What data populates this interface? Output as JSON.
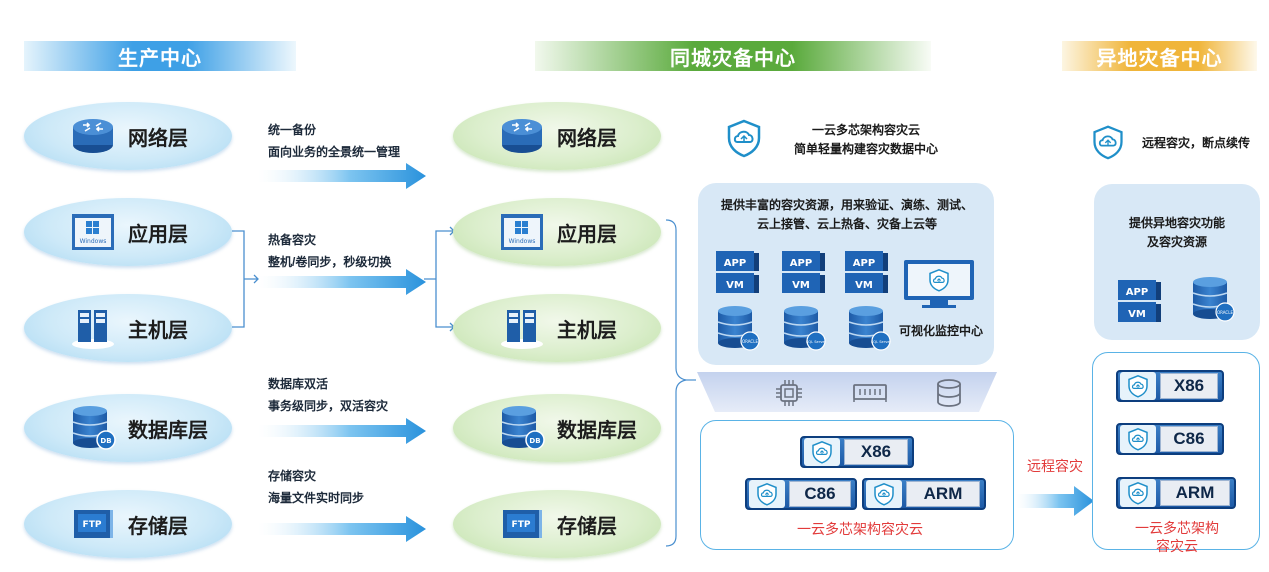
{
  "headers": {
    "production": "生产中心",
    "same_city": "同城灾备中心",
    "remote": "异地灾备中心"
  },
  "layers": [
    {
      "label": "网络层",
      "icon": "network-switch-icon"
    },
    {
      "label": "应用层",
      "icon": "windows-window-icon"
    },
    {
      "label": "主机层",
      "icon": "server-host-icon"
    },
    {
      "label": "数据库层",
      "icon": "database-icon"
    },
    {
      "label": "存储层",
      "icon": "ftp-storage-icon"
    }
  ],
  "icon_texts": {
    "windows": "Windows",
    "db": "DB",
    "ftp": "FTP",
    "app": "APP",
    "vm": "VM",
    "oracle": "ORACLE",
    "sql_server": "SQL Server"
  },
  "flows": [
    {
      "title": "统一备份",
      "desc": "面向业务的全景统一管理"
    },
    {
      "title": "热备容灾",
      "desc": "整机/卷同步，秒级切换"
    },
    {
      "title": "数据库双活",
      "desc": "事务级同步，双活容灾"
    },
    {
      "title": "存储容灾",
      "desc": "海量文件实时同步"
    }
  ],
  "city_center": {
    "slogan_line1": "一云多芯架构容灾云",
    "slogan_line2": "简单轻量构建容灾数据中心",
    "resources_line1": "提供丰富的容灾资源，用来验证、演练、测试、",
    "resources_line2": "云上接管、云上热备、灾备上云等",
    "monitor_label": "可视化监控中心",
    "chips": [
      "X86",
      "C86",
      "ARM"
    ],
    "cloud_label": "一云多芯架构容灾云"
  },
  "remote_link": "远程容灾",
  "remote_center": {
    "slogan": "远程容灾，断点续传",
    "function_line1": "提供异地容灾功能",
    "function_line2": "及容灾资源",
    "chips": [
      "X86",
      "C86",
      "ARM"
    ],
    "cloud_line1": "一云多芯架构",
    "cloud_line2": "容灾云"
  },
  "colors": {
    "production_banner": "#3ea0e6",
    "city_banner": "#5aaa3c",
    "remote_banner": "#f0b53a",
    "flow_arrow": "#2f9de3",
    "highlight_text": "#e23b3b",
    "chip_blue": "#1d5aa6"
  }
}
